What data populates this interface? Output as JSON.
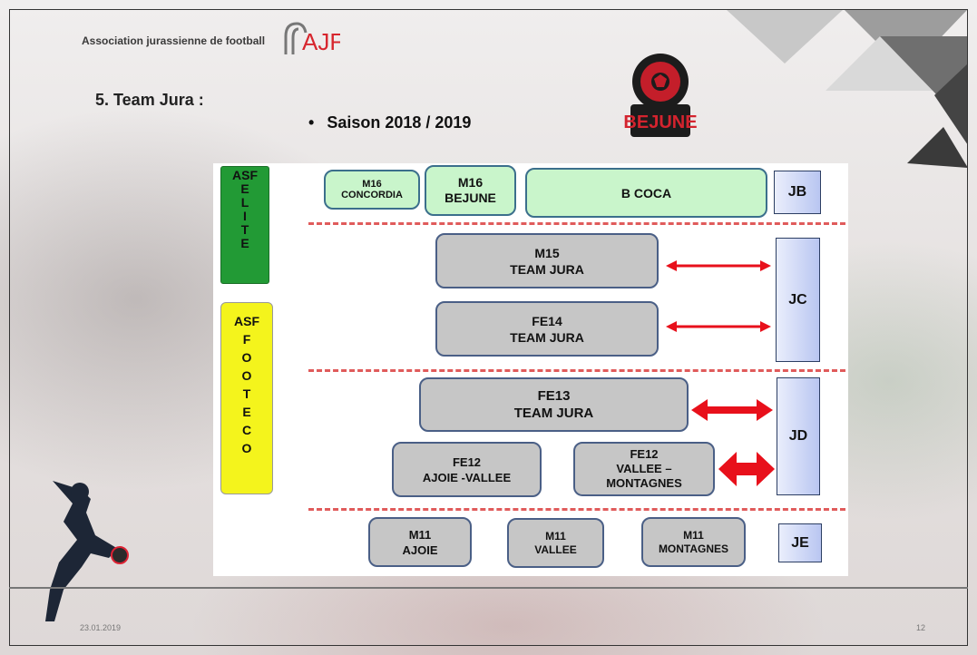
{
  "header": {
    "organization": "Association jurassienne de football",
    "logo_text": "AJF",
    "section_title": "5. Team Jura :",
    "season_bullet": "•",
    "season": "Saison 2018 / 2019",
    "bejune_logo_text": "BEJUNE"
  },
  "left_labels": {
    "asf_elite": [
      "ASF",
      "E",
      "L",
      "I",
      "T",
      "E"
    ],
    "asf_footeco": [
      "ASF",
      "F",
      "O",
      "O",
      "T",
      "E",
      "C",
      "O"
    ]
  },
  "rows": {
    "jb": {
      "m16_concordia": [
        "M16",
        "CONCORDIA"
      ],
      "m16_bejune": [
        "M16",
        "BEJUNE"
      ],
      "b_coca": "B COCA",
      "tag": "JB"
    },
    "jc": {
      "m15": [
        "M15",
        "TEAM JURA"
      ],
      "fe14": [
        "FE14",
        "TEAM JURA"
      ],
      "tag": "JC"
    },
    "jd": {
      "fe13": [
        "FE13",
        "TEAM JURA"
      ],
      "fe12_ajoie": [
        "FE12",
        "AJOIE -VALLEE"
      ],
      "fe12_vallee": [
        "FE12",
        "VALLEE –",
        "MONTAGNES"
      ],
      "tag": "JD"
    },
    "je": {
      "m11_ajoie": [
        "M11",
        "AJOIE"
      ],
      "m11_vallee": [
        "M11",
        "VALLEE"
      ],
      "m11_montagnes": [
        "M11",
        "MONTAGNES"
      ],
      "tag": "JE"
    }
  },
  "footer": {
    "date": "23.01.2019",
    "page": "12"
  },
  "colors": {
    "elite_green": "#229a35",
    "footeco_yellow": "#f4f41c",
    "arrow_red": "#e8101b",
    "dash_red": "#e05b5b",
    "team_green": "#c9f5cb",
    "team_grey": "#c6c6c6"
  }
}
